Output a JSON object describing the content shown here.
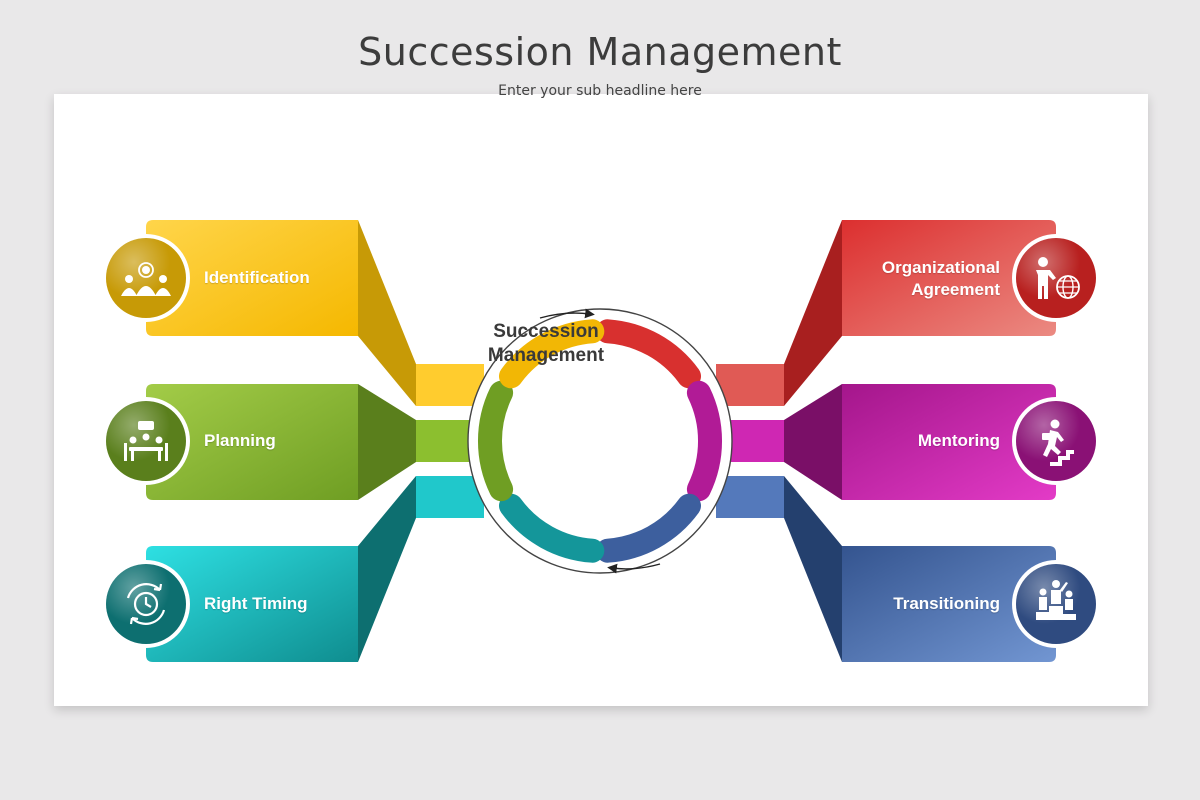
{
  "title": "Succession Management",
  "subtitle": "Enter your sub headline here",
  "center_label": "Succession\nManagement",
  "colors": {
    "identification": "#f2b705",
    "planning": "#6f9e23",
    "right_timing": "#14969a",
    "organizational_agreement": "#d8302f",
    "mentoring": "#b11b96",
    "transitioning": "#3d5f9e"
  },
  "items": {
    "identification": {
      "label": "Identification",
      "icon": "team-leader-icon"
    },
    "planning": {
      "label": "Planning",
      "icon": "meeting-icon"
    },
    "right_timing": {
      "label": "Right Timing",
      "icon": "clock-cycle-icon"
    },
    "organizational_agreement": {
      "label": "Organizational\nAgreement",
      "icon": "businessman-globe-icon"
    },
    "mentoring": {
      "label": "Mentoring",
      "icon": "climbing-stairs-icon"
    },
    "transitioning": {
      "label": "Transitioning",
      "icon": "podium-people-icon"
    }
  }
}
